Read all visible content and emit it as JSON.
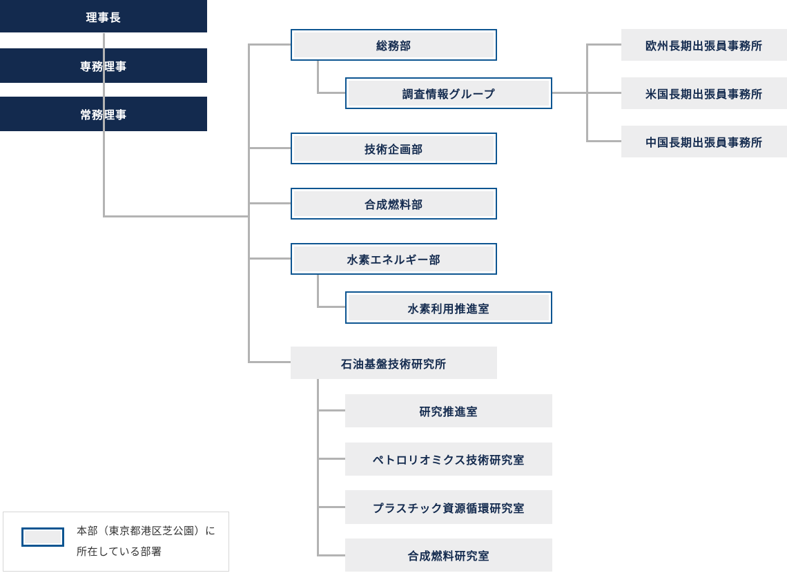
{
  "palette": {
    "navy": "#132a4e",
    "blue_border": "#0d5591",
    "box_fill": "#ededee",
    "line_gray": "#b3b3b3",
    "legend_border": "#d6d6d6",
    "legend_text": "#333333"
  },
  "executives": {
    "chairman": "理事長",
    "senior_managing_director": "専務理事",
    "managing_director": "常務理事"
  },
  "departments": {
    "general_affairs": "総務部",
    "research_information_group": "調査情報グループ",
    "technology_planning": "技術企画部",
    "synthetic_fuel": "合成燃料部",
    "hydrogen_energy": "水素エネルギー部",
    "hydrogen_utilization_office": "水素利用推進室",
    "petroleum_research_institute": "石油基盤技術研究所",
    "research_promotion_office": "研究推進室",
    "petroleomics_lab": "ペトロリオミクス技術研究室",
    "plastic_recycling_lab": "プラスチック資源循環研究室",
    "synthetic_fuel_lab": "合成燃料研究室"
  },
  "overseas_offices": {
    "europe": "欧州長期出張員事務所",
    "usa": "米国長期出張員事務所",
    "china": "中国長期出張員事務所"
  },
  "legend": {
    "line1": "本部（東京都港区芝公園）に",
    "line2": "所在している部署"
  }
}
